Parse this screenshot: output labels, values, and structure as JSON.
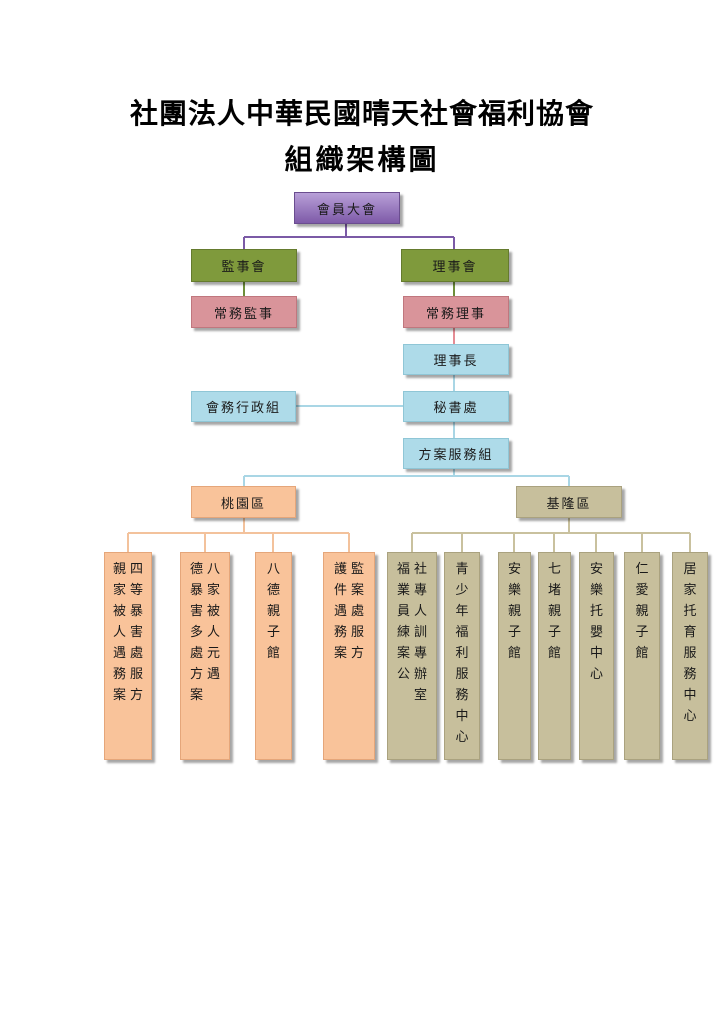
{
  "title": {
    "line1": "社團法人中華民國晴天社會福利協會",
    "line2": "組織架構圖"
  },
  "nodes": {
    "general_assembly": "會員大會",
    "supervisors": "監事會",
    "directors": "理事會",
    "standing_supervisor": "常務監事",
    "standing_director": "常務理事",
    "chairman": "理事長",
    "admin_group": "會務行政組",
    "secretariat": "秘書處",
    "program_group": "方案服務組",
    "taoyuan": "桃園區",
    "keelung": "基隆區"
  },
  "taoyuan_units": [
    {
      "cols": [
        "四等暴害處服方",
        "親家被人遇務案"
      ]
    },
    {
      "cols": [
        "八家被人元遇",
        "德暴害多處方案"
      ]
    },
    {
      "cols": [
        "八德親子館"
      ]
    },
    {
      "cols": [
        "監案處服方",
        "護件遇務案"
      ]
    }
  ],
  "keelung_units": [
    {
      "cols": [
        "社專人訓專辦室",
        "福業員練案公"
      ]
    },
    {
      "cols": [
        "青少年福利服務中心"
      ]
    },
    {
      "cols": [
        "安樂親子館"
      ]
    },
    {
      "cols": [
        "七堵親子館"
      ]
    },
    {
      "cols": [
        "安樂托嬰中心"
      ]
    },
    {
      "cols": [
        "仁愛親子館"
      ]
    },
    {
      "cols": [
        "居家托育服務中心"
      ]
    }
  ],
  "colors": {
    "purple_line": "#7b5aa6",
    "green_line": "#6f8f3a",
    "pink_line": "#e58c94",
    "blue_line": "#a9d6e5",
    "orange_line": "#f3c29c",
    "khaki_line": "#c9c19e"
  }
}
